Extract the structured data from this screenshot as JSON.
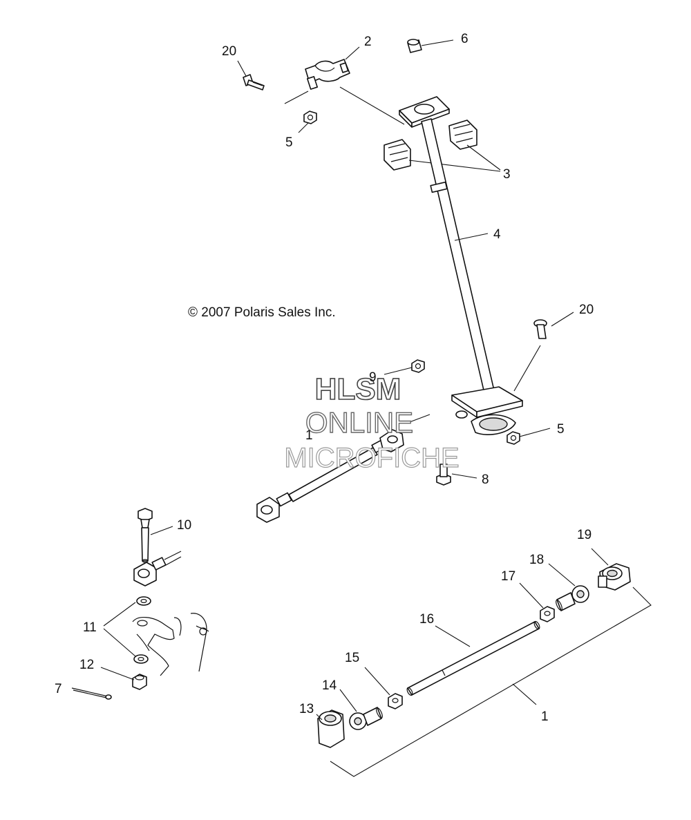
{
  "copyright": "© 2007 Polaris Sales Inc.",
  "watermark": {
    "line1": "HLSM",
    "line2": "ONLINE",
    "line3": "MICROFICHE"
  },
  "callouts": {
    "c1_tie_rod_assembly": "1",
    "c1_lower_assembly": "1",
    "c2": "2",
    "c3": "3",
    "c4": "4",
    "c5_top": "5",
    "c5_mid": "5",
    "c6": "6",
    "c7": "7",
    "c8": "8",
    "c9": "9",
    "c10": "10",
    "c11": "11",
    "c12": "12",
    "c13": "13",
    "c14": "14",
    "c15": "15",
    "c16": "16",
    "c17": "17",
    "c18": "18",
    "c19": "19",
    "c20_top": "20",
    "c20_mid": "20"
  },
  "colors": {
    "line": "#111111",
    "background": "#ffffff"
  }
}
